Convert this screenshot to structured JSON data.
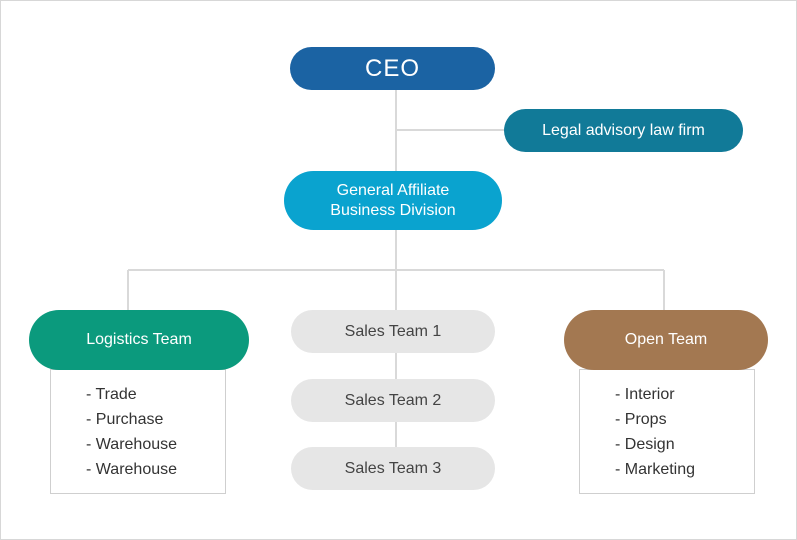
{
  "org_chart": {
    "ceo": "CEO",
    "legal": "Legal advisory law firm",
    "division": {
      "line1": "General Affiliate",
      "line2": "Business Division"
    },
    "teams": {
      "logistics": {
        "label": "Logistics Team",
        "items": [
          "Trade",
          "Purchase",
          "Warehouse",
          "Warehouse"
        ]
      },
      "sales": [
        "Sales Team 1",
        "Sales Team 2",
        "Sales Team 3"
      ],
      "open": {
        "label": "Open Team",
        "items": [
          "Interior",
          "Props",
          "Design",
          "Marketing"
        ]
      }
    }
  },
  "colors": {
    "ceo": "#1b63a3",
    "legal": "#117a98",
    "division": "#0aa3cf",
    "logistics": "#0b9a7d",
    "sales": "#e6e6e6",
    "open": "#a37851",
    "connector": "#d9d9d9"
  }
}
